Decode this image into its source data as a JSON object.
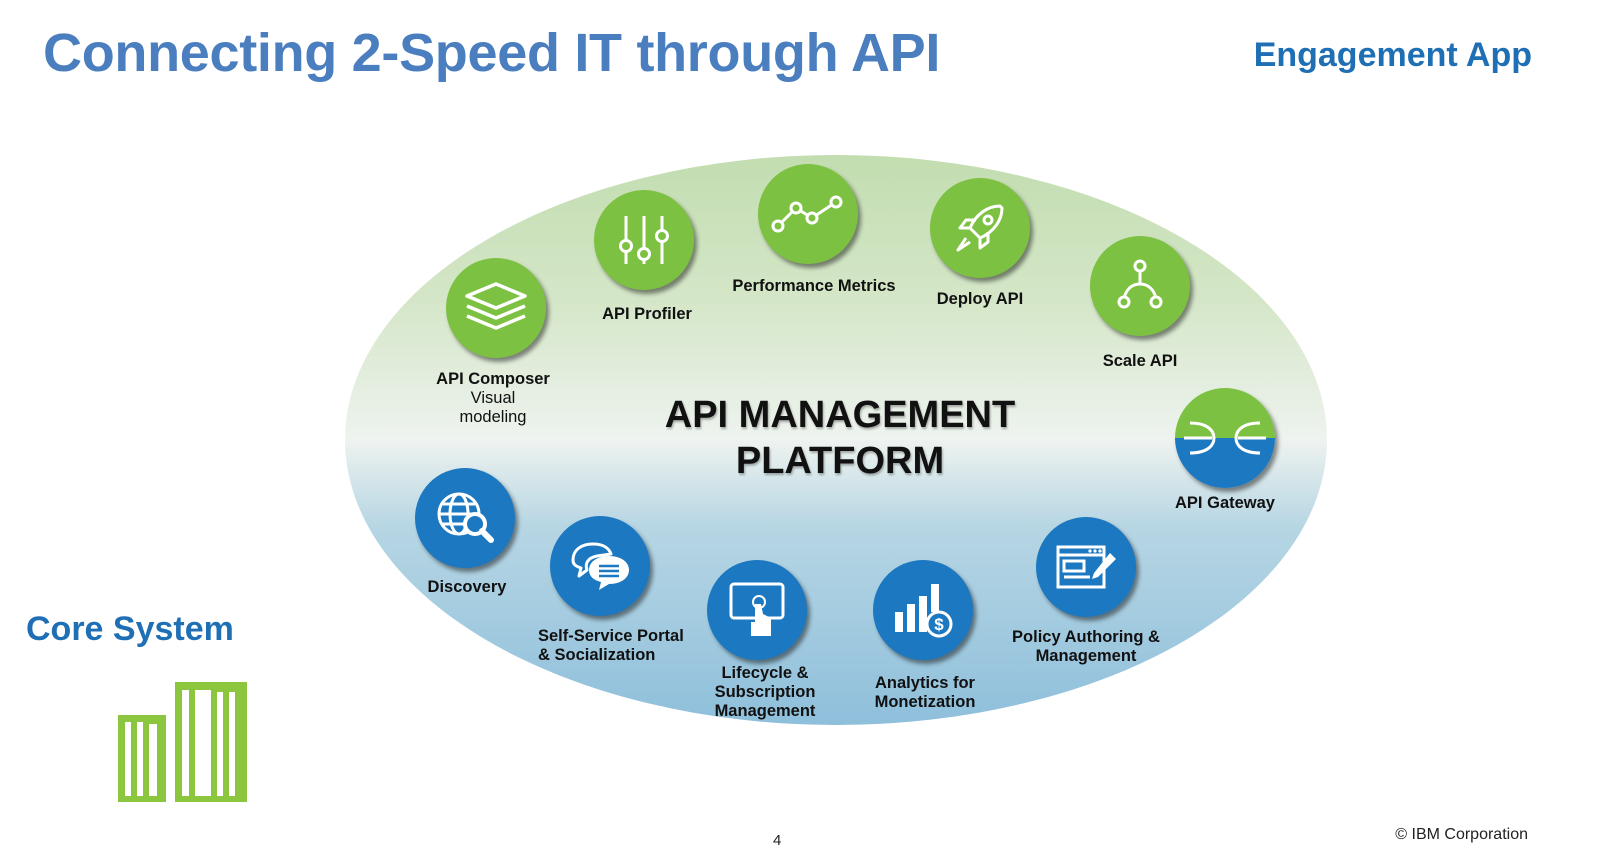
{
  "title": "Connecting 2-Speed IT through API",
  "engagement_label": "Engagement App",
  "core_label": "Core System",
  "page_number": "4",
  "copyright": "© IBM Corporation",
  "platform": {
    "line1": "API MANAGEMENT",
    "line2": "PLATFORM"
  },
  "nodes": {
    "composer": {
      "label": "API Composer",
      "sub1": "Visual",
      "sub2": "modeling",
      "icon": "layers-icon"
    },
    "profiler": {
      "label": "API Profiler",
      "icon": "sliders-icon"
    },
    "metrics": {
      "label": "Performance Metrics",
      "icon": "line-graph-icon"
    },
    "deploy": {
      "label": "Deploy API",
      "icon": "rocket-icon"
    },
    "scale": {
      "label": "Scale API",
      "icon": "branch-icon"
    },
    "gateway": {
      "label": "API Gateway",
      "icon": "gateway-icon"
    },
    "policy": {
      "label1": "Policy Authoring &",
      "label2": "Management",
      "icon": "browser-edit-icon"
    },
    "analytics": {
      "label1": "Analytics for",
      "label2": "Monetization",
      "icon": "bar-chart-dollar-icon"
    },
    "lifecycle": {
      "label1": "Lifecycle &",
      "label2": "Subscription",
      "label3": "Management",
      "icon": "touch-screen-icon"
    },
    "portal": {
      "label1": "Self-Service Portal",
      "label2": "& Socialization",
      "icon": "chat-bubbles-icon"
    },
    "discovery": {
      "label": "Discovery",
      "icon": "globe-search-icon"
    }
  },
  "colors": {
    "title": "#4a7ebf",
    "brand_blue": "#1f6fb5",
    "node_green": "#7dc142",
    "node_blue": "#1c78c0",
    "core_green": "#8cc63f"
  }
}
